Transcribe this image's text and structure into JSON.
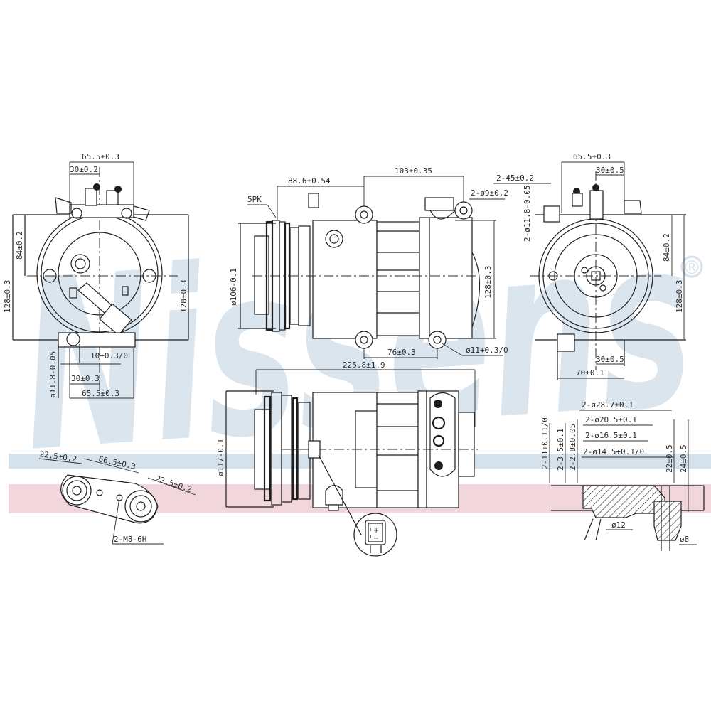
{
  "brand": {
    "watermark": "Nissens",
    "registered_mark": "®",
    "watermark_color": "#d6e2ec",
    "stripe_blue": "#d5e2ec",
    "stripe_pink": "#f1d6dc"
  },
  "drawing": {
    "subject": "A/C compressor technical drawing",
    "views": {
      "left_view": {
        "dims": {
          "top_width": "65.5±0.3",
          "top_offset": "30±0.2",
          "height_left": "128±0.3",
          "height_inner": "84±0.2",
          "height_right": "128±0.3",
          "slot": "10+0.3/0",
          "hole": "ø11.8-0.05",
          "bottom_offset": "30±0.3",
          "bottom_width": "65.5±0.3"
        }
      },
      "side_view": {
        "dims": {
          "belt": "5PK",
          "pulley_to_mount": "88.6±0.54",
          "mount_spacing": "103±0.35",
          "pulley_dia": "ø106-0.1",
          "height": "128±0.3",
          "lower_mount": "76±0.3",
          "lower_hole": "ø11+0.3/0",
          "ear_hole": "2-ø9±0.2",
          "ear_depth": "2-45±0.2",
          "ear_hole_dia": "2-ø11.8-0.05"
        }
      },
      "right_view": {
        "dims": {
          "top_width": "65.5±0.3",
          "top_offset": "30±0.5",
          "height_inner": "84±0.2",
          "height_outer": "128±0.3",
          "bottom_offset": "30±0.5",
          "bottom_width": "70±0.1"
        }
      },
      "bottom_view": {
        "dims": {
          "overall_length": "225.8±1.9",
          "pulley_dia": "ø117-0.1"
        }
      },
      "connector_detail": {
        "pins": [
          "+",
          "−"
        ]
      },
      "port_plate": {
        "dims": {
          "left_offset": "22.5±0.2",
          "port_spacing": "66.5±0.3",
          "right_offset": "22.5±0.2",
          "thread": "2-M8-6H"
        }
      },
      "port_section": {
        "dims": {
          "d1": "2-ø28.7±0.1",
          "d2": "2-ø20.5±0.1",
          "d3": "2-ø16.5±0.1",
          "d4": "2-ø14.5+0.1/0",
          "v1": "2-11+0.11/0",
          "v2": "2-3.5±0.1",
          "v3": "2-2.8±0.05",
          "h1": "22±0.5",
          "h2": "24±0.5",
          "bore1": "ø12",
          "bore2": "ø8"
        }
      }
    }
  }
}
